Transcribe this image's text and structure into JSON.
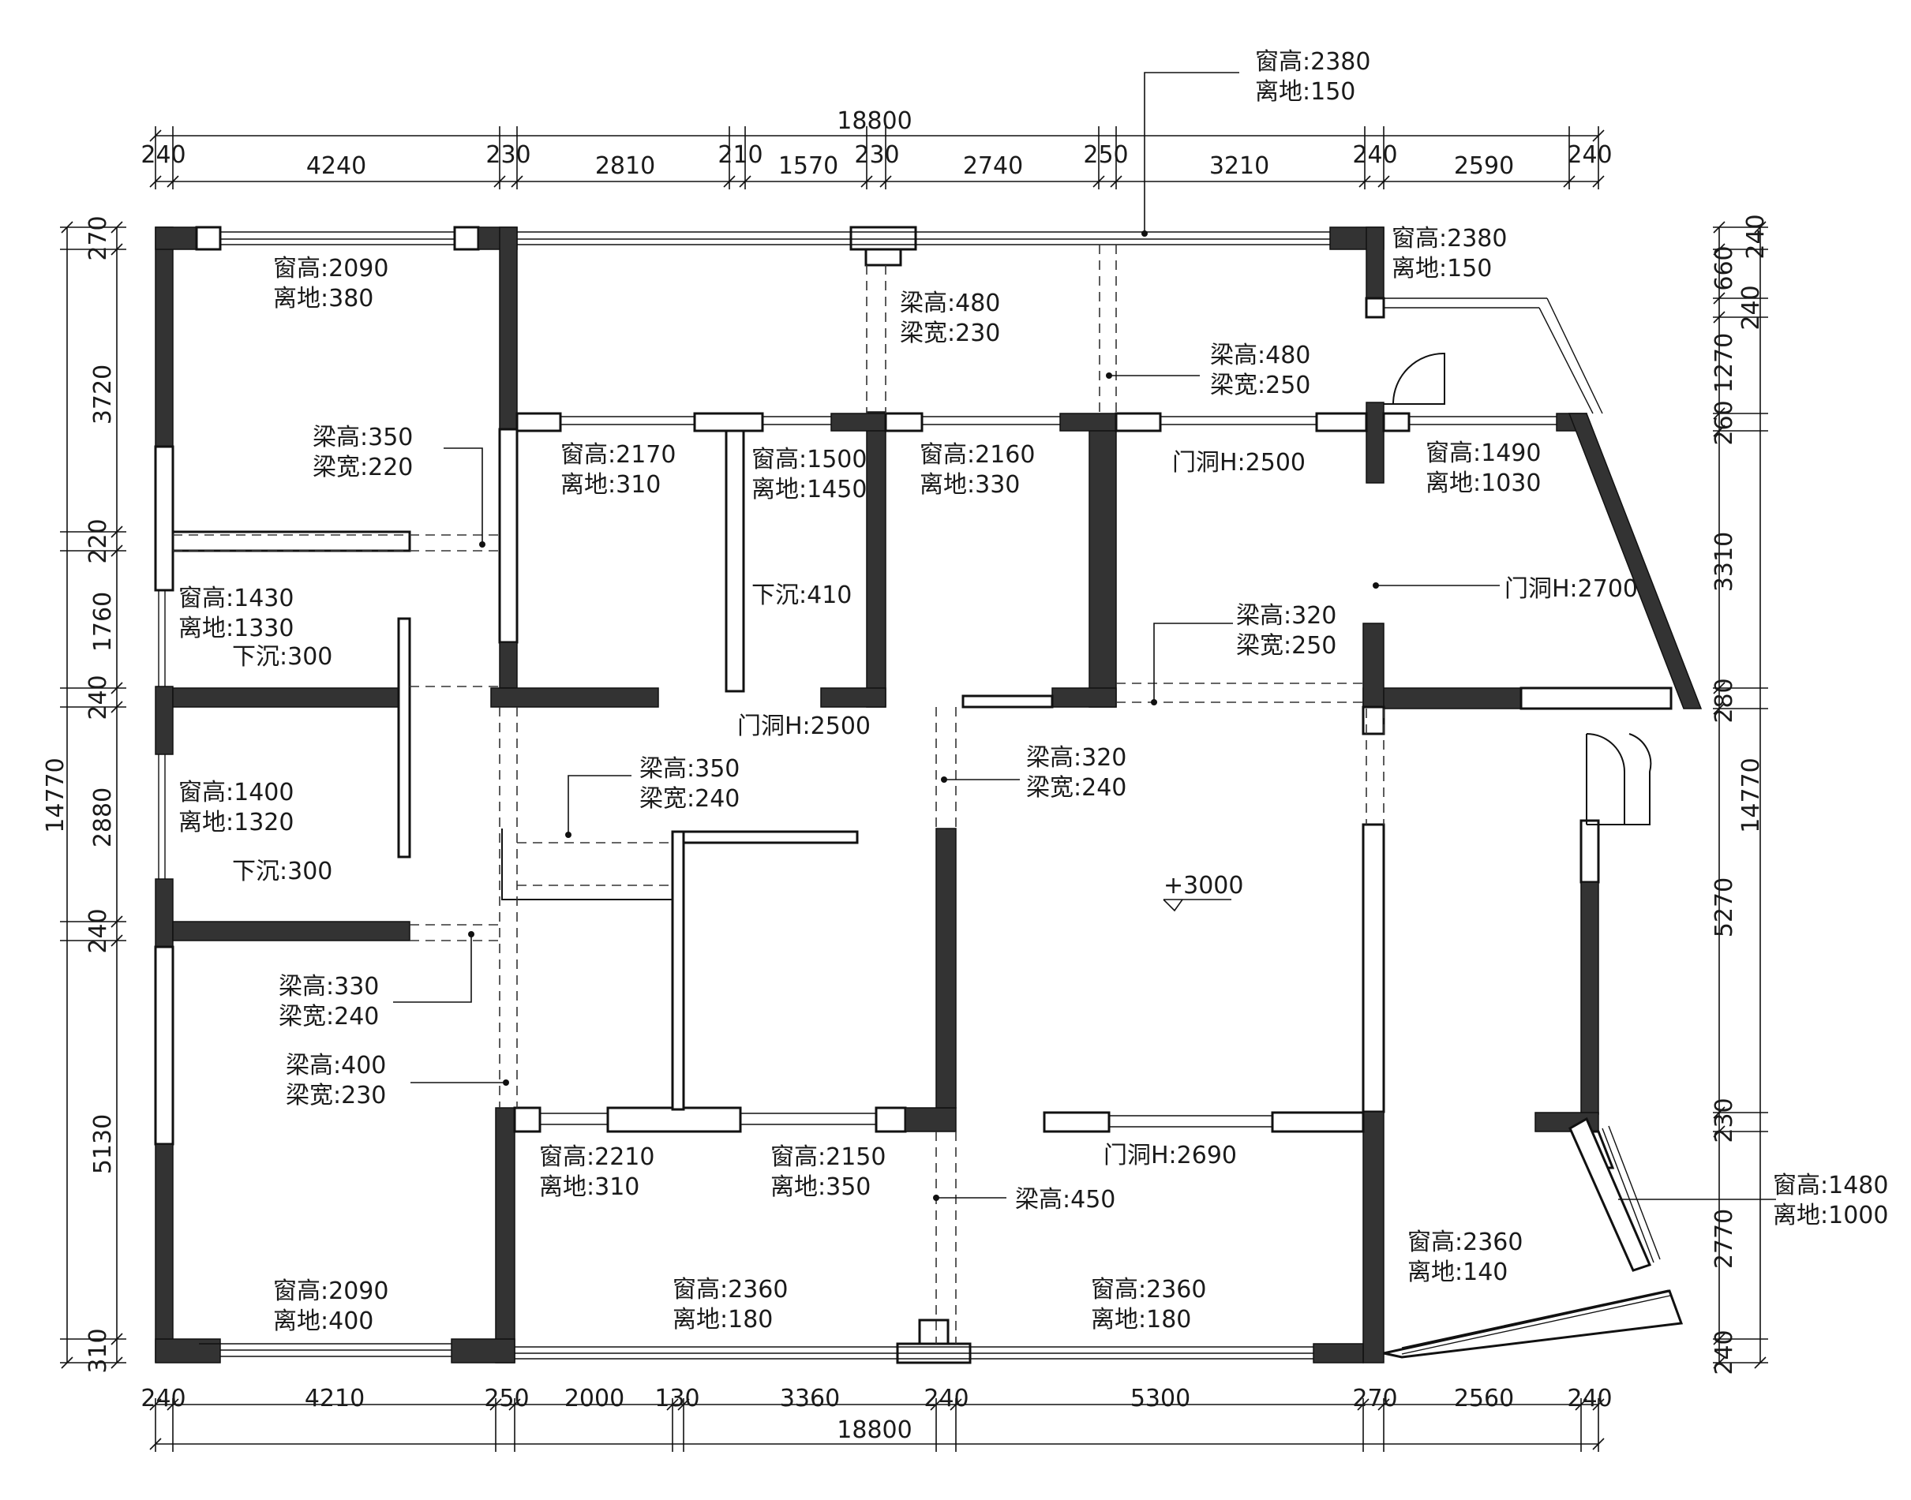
{
  "dimensions": {
    "top_total": "18800",
    "top_segments": [
      "240",
      "4240",
      "230",
      "2810",
      "210",
      "1570",
      "230",
      "2740",
      "250",
      "3210",
      "240",
      "2590",
      "240"
    ],
    "bottom_total": "18800",
    "bottom_segments": [
      "240",
      "4210",
      "250",
      "2000",
      "130",
      "3360",
      "240",
      "5300",
      "270",
      "2560",
      "240"
    ],
    "left_total": "14770",
    "left_segments": [
      "270",
      "3720",
      "220",
      "1760",
      "240",
      "2880",
      "240",
      "5130",
      "310"
    ],
    "right_total": "14770",
    "right_segments": [
      "240",
      "660",
      "240",
      "1270",
      "260",
      "3310",
      "280",
      "5270",
      "230",
      "2770",
      "240"
    ]
  },
  "annotations": [
    {
      "l1": "窗高:2380",
      "l2": "离地:150"
    },
    {
      "l1": "窗高:2090",
      "l2": "离地:380"
    },
    {
      "l1": "窗高:2380",
      "l2": "离地:150"
    },
    {
      "l1": "梁高:480",
      "l2": "梁宽:230"
    },
    {
      "l1": "梁高:480",
      "l2": "梁宽:250"
    },
    {
      "l1": "梁高:350",
      "l2": "梁宽:220"
    },
    {
      "l1": "窗高:2170",
      "l2": "离地:310"
    },
    {
      "l1": "窗高:1500",
      "l2": "离地:1450"
    },
    {
      "l1": "窗高:2160",
      "l2": "离地:330"
    },
    {
      "l1": "门洞H:2500"
    },
    {
      "l1": "窗高:1490",
      "l2": "离地:1030"
    },
    {
      "l1": "门洞H:2700"
    },
    {
      "l1": "窗高:1430",
      "l2": "离地:1330"
    },
    {
      "l1": "下沉:300"
    },
    {
      "l1": "下沉:410"
    },
    {
      "l1": "梁高:320",
      "l2": "梁宽:250"
    },
    {
      "l1": "门洞H:2500"
    },
    {
      "l1": "梁高:350",
      "l2": "梁宽:240"
    },
    {
      "l1": "梁高:320",
      "l2": "梁宽:240"
    },
    {
      "l1": "窗高:1400",
      "l2": "离地:1320"
    },
    {
      "l1": "下沉:300"
    },
    {
      "l1": "+3000"
    },
    {
      "l1": "梁高:330",
      "l2": "梁宽:240"
    },
    {
      "l1": "梁高:400",
      "l2": "梁宽:230"
    },
    {
      "l1": "窗高:2210",
      "l2": "离地:310"
    },
    {
      "l1": "窗高:2150",
      "l2": "离地:350"
    },
    {
      "l1": "门洞H:2690"
    },
    {
      "l1": "梁高:450"
    },
    {
      "l1": "窗高:1480",
      "l2": "离地:1000"
    },
    {
      "l1": "窗高:2360",
      "l2": "离地:140"
    },
    {
      "l1": "窗高:2090",
      "l2": "离地:400"
    },
    {
      "l1": "窗高:2360",
      "l2": "离地:180"
    },
    {
      "l1": "窗高:2360",
      "l2": "离地:180"
    }
  ]
}
